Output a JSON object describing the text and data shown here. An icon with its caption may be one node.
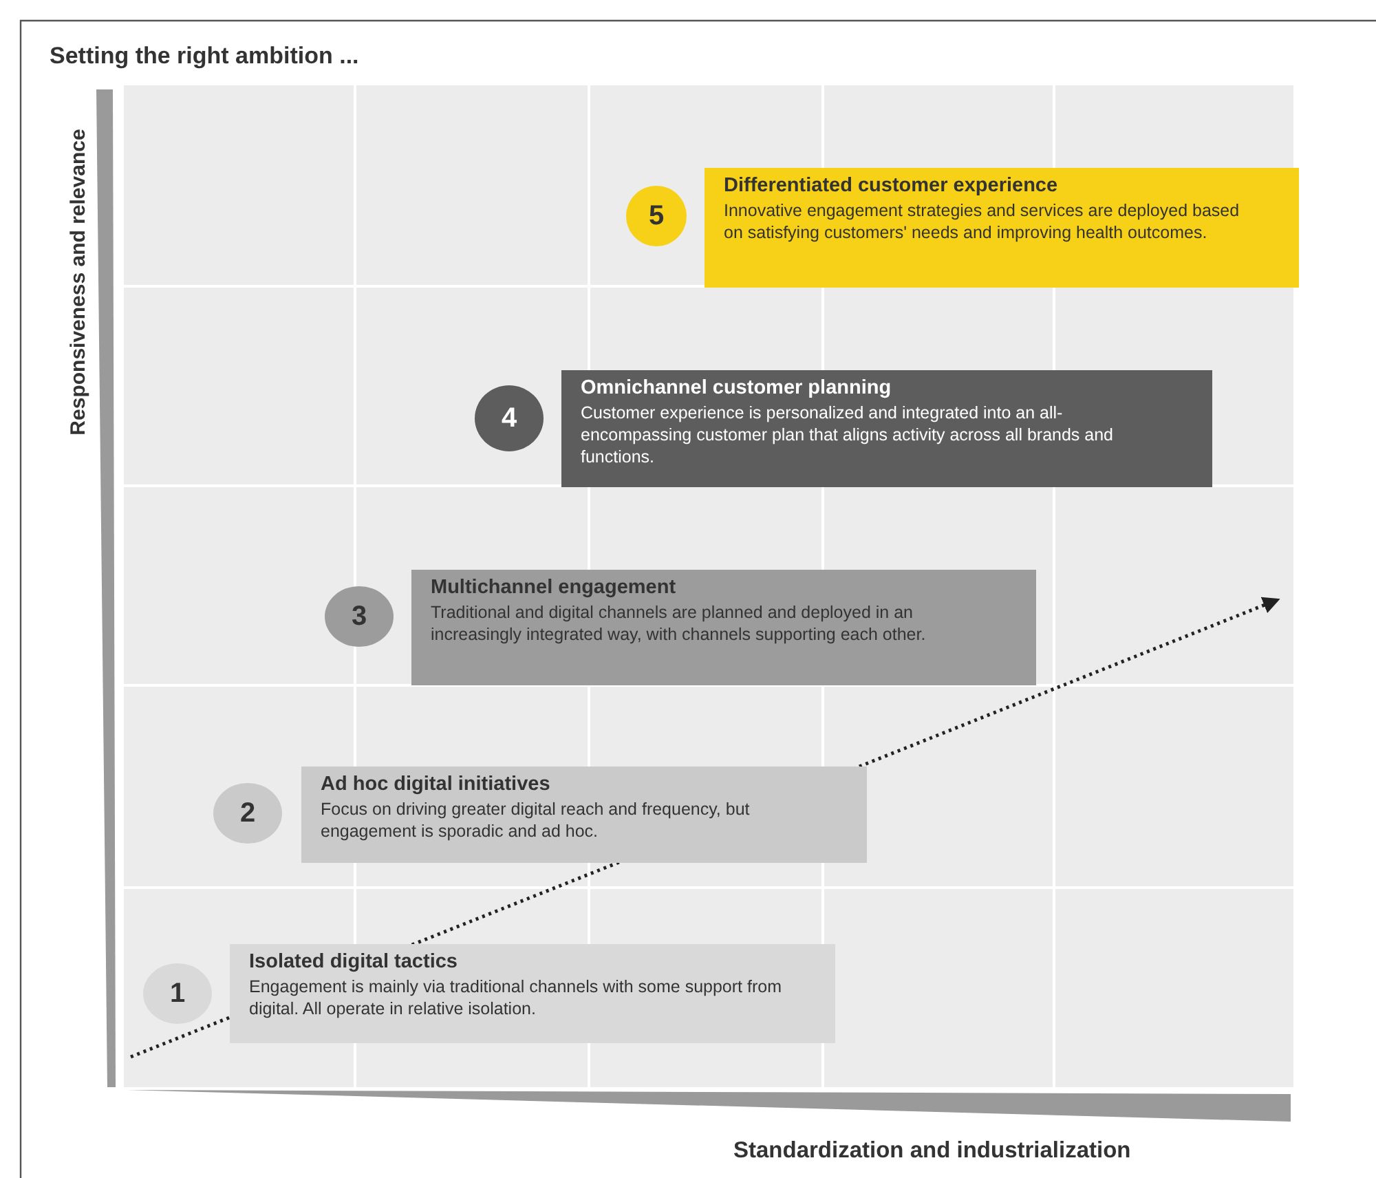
{
  "diagram": {
    "title": "Setting the right ambition ...",
    "nodes": [
      {
        "text": [
          "5"
        ]
      },
      {
        "text": [
          "Differentiated customer experience",
          "Innovative engagement strategies and services are deployed based on satisfying customers' needs and improving health outcomes."
        ]
      },
      {
        "text": [
          "4"
        ]
      },
      {
        "text": [
          "Omnichannel customer planning",
          "Customer experience is personalized and integrated into an all-encompassing customer plan that aligns activity across all brands and functions."
        ]
      },
      {
        "text": [
          "3"
        ]
      },
      {
        "text": [
          "Multichannel engagement",
          "Traditional and digital channels are planned and deployed in an increasingly integrated way, with channels supporting each other."
        ]
      },
      {
        "text": [
          "2"
        ]
      },
      {
        "text": [
          "Ad hoc digital initiatives",
          "Focus on driving greater digital reach and frequency, but engagement is sporadic and ad hoc."
        ]
      },
      {
        "text": [
          "1"
        ]
      },
      {
        "text": [
          "Isolated digital tactics",
          "Engagement is mainly via traditional channels with some support from digital. All operate in relative isolation."
        ]
      }
    ],
    "labels": [
      "Responsiveness and relevance",
      "Standardization and industrialization"
    ]
  }
}
